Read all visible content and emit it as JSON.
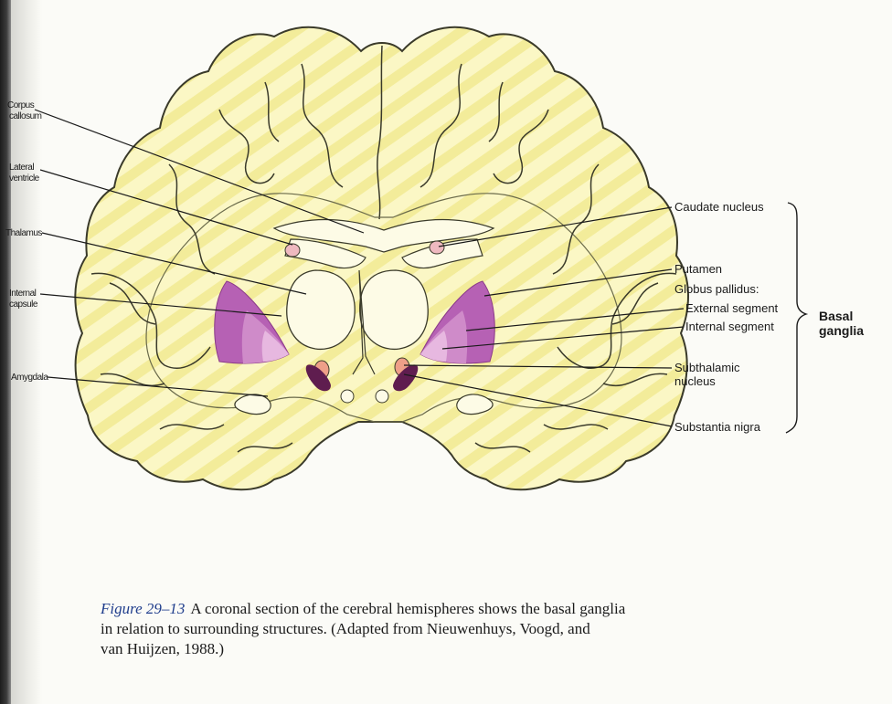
{
  "labels": {
    "left": {
      "corpus_callosum": [
        "Corpus",
        "callosum"
      ],
      "lateral_ventricle": [
        "Lateral",
        "ventricle"
      ],
      "thalamus": "Thalamus",
      "internal_capsule": [
        "Internal",
        "capsule"
      ],
      "amygdala": "Amygdala"
    },
    "right": {
      "caudate_nucleus": "Caudate nucleus",
      "putamen": "Putamen",
      "globus_pallidus": "Globus pallidus:",
      "external_segment": "External segment",
      "internal_segment": "Internal segment",
      "subthalamic_nucleus": [
        "Subthalamic",
        "nucleus"
      ],
      "substantia_nigra": "Substantia nigra"
    },
    "group": [
      "Basal",
      "ganglia"
    ]
  },
  "caption": {
    "figure_number": "Figure 29–13",
    "lines": [
      "A coronal section of the cerebral hemispheres shows the basal ganglia",
      "in relation to surrounding structures. (Adapted from Nieuwenhuys, Voogd, and",
      "van Huijzen, 1988.)"
    ]
  },
  "colors": {
    "brain_fill": "#fbf7c5",
    "brain_stripe": "#f3ec9a",
    "outline": "#3a3a2a",
    "putamen": "#b661b4",
    "external_segment": "#cf8bc9",
    "internal_segment": "#e7b8e0",
    "caudate": "#efb9c0",
    "subthalamic": "#ee9f88",
    "substantia_nigra": "#5f1d4f"
  }
}
